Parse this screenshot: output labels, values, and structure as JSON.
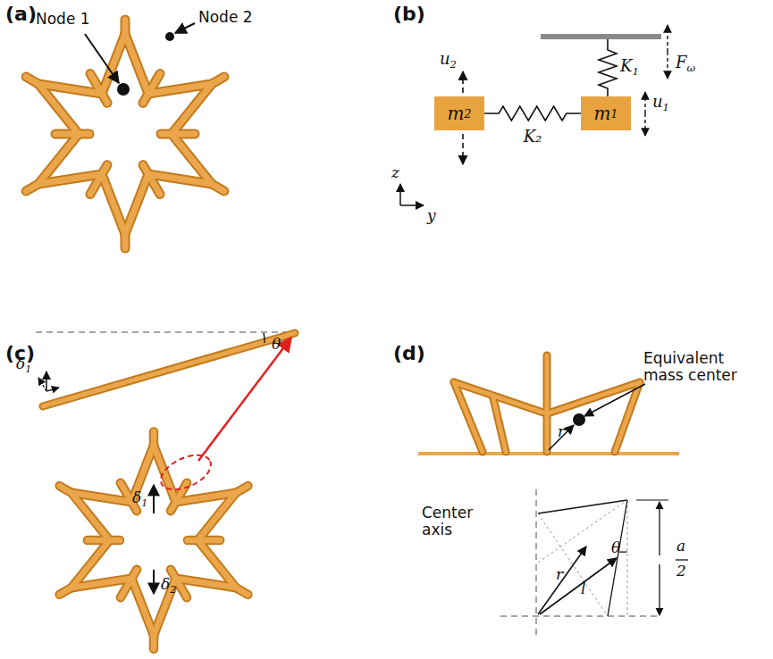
{
  "diagram": {
    "nodes": [
      {
        "text": [
          "m",
          "2"
        ]
      },
      {
        "text": [
          "m",
          "1"
        ]
      }
    ],
    "edges": [
      {
        "from": 0,
        "to": 1,
        "arrow": "none",
        "label": "K₂"
      }
    ],
    "labels": [
      "(a)",
      "Node 1",
      "Node 2",
      "(b)",
      "F",
      "ω",
      "K",
      "1",
      "u",
      "2",
      "u",
      "1",
      "z",
      "y",
      "(c)",
      "θ",
      "δ",
      "1",
      "δ",
      "1",
      "δ",
      "2",
      "(d)",
      "Equivalent mass center",
      "r",
      "Center axis",
      "r",
      "θ",
      "l",
      "a",
      "2"
    ]
  }
}
